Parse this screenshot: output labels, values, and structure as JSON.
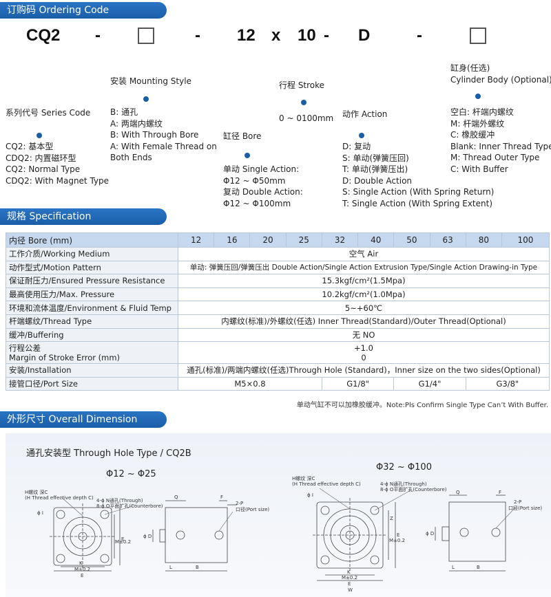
{
  "ordering": {
    "title": "订购码 Ordering Code",
    "code": {
      "series": "CQ2",
      "dash1": "-",
      "dash2": "-",
      "bore": "12",
      "x": "x",
      "stroke": "10",
      "dash3": "-",
      "action": "D",
      "dash4": "-"
    },
    "series_code": {
      "title": "系列代号 Series Code",
      "lines": [
        "CQ2: 基本型",
        "CDQ2: 内置磁环型",
        "CQ2: Normal Type",
        "CDQ2: With Magnet Type"
      ]
    },
    "mounting": {
      "title": "安装 Mounting Style",
      "lines": [
        "B: 通孔",
        "A: 两端内螺纹",
        "B: With Through Bore",
        "A: With Female Thread on",
        "Both Ends"
      ]
    },
    "bore": {
      "title": "缸径 Bore",
      "lines": [
        "单动 Single Action:",
        "Φ12 ~ Φ50mm",
        "复动 Double Action:",
        "Φ12 ~ Φ100mm"
      ]
    },
    "stroke": {
      "title": "行程 Stroke",
      "range": "0 ~ 0100mm"
    },
    "action": {
      "title": "动作 Action",
      "lines": [
        "D: 复动",
        "S: 单动(弹簧压回)",
        "T: 单动(弹簧压出)",
        "D: Double Action",
        "S: Single Action (With Spring Return)",
        "T: Single Action (With Spring Extent)"
      ]
    },
    "body": {
      "title1": "缸身(任选)",
      "title2": "Cylinder Body (Optional)",
      "lines": [
        "空白: 杆端内螺纹",
        "M: 杆端外螺纹",
        "C: 橡胶缓冲",
        "Blank: Inner Thread Type",
        "M: Thread Outer Type",
        "C: With Buffer"
      ]
    }
  },
  "spec": {
    "title": "规格 Specification",
    "header": {
      "label": "内径 Bore (mm)",
      "bores": [
        "12",
        "16",
        "20",
        "25",
        "32",
        "40",
        "50",
        "63",
        "80",
        "100"
      ]
    },
    "rows": [
      {
        "name": "工作介质/Working Medium",
        "value": "空气 Air"
      },
      {
        "name": "动作型式/Motion Pattern",
        "value": "单动: 弹簧压回/弹簧压出 Double Action/Single Action Extrusion Type/Single Action Drawing-in Type"
      },
      {
        "name": "保证耐压力/Ensured Pressure Resistance",
        "value": "15.3kgf/cm²(1.5Mpa)"
      },
      {
        "name": "最高使用压力/Max. Pressure",
        "value": "10.2kgf/cm²(1.0Mpa)"
      },
      {
        "name": "环境和流体温度/Environment & Fluid Temp",
        "value": "5~+60℃"
      },
      {
        "name": "杆端螺纹/Thread Type",
        "value": "内螺纹(标准)/外螺纹(任选) Inner Thread(Standard)/Outer Thread(Optional)"
      },
      {
        "name": "缓冲/Buffering",
        "value": "无 NO"
      }
    ],
    "stroke_error": {
      "name1": "行程公差",
      "name2": "Margin of Stroke Error (mm)",
      "v1": "+1.0",
      "v2": "0"
    },
    "installation": {
      "name": "安装/Installation",
      "value": "通孔(标准)/两端内螺纹(任选)Through Hole (Standard)，Inner size on the two sides(Optional)"
    },
    "port": {
      "name": "接管口径/Port Size",
      "values": [
        "M5×0.8",
        "G1/8\"",
        "G1/4\"",
        "G3/8\""
      ]
    },
    "note": "单动气缸不可以加橡胶缓冲。Note:Pls Confirm Single Type Can’t With Buffer."
  },
  "dimension": {
    "title": "外形尺寸 Overall Dimension",
    "subtitle": "通孔安装型 Through Hole Type   / CQ2B",
    "left_range": "Φ12 ~ Φ25",
    "right_range": "Φ32 ~ Φ100",
    "labels": {
      "h_thread": "H螺纹 深C",
      "h_thread_en": "(H Thread effective depth C)",
      "n_hole": "4-ϕ N通孔(Through)",
      "o_counter": "8-ϕ O平面扩孔(Counterbore)",
      "port": "2-P",
      "port_cn": "口径(Port size)",
      "i": "ϕ I",
      "d": "ϕ D",
      "q": "Q",
      "f": "F",
      "z": "Z",
      "m02": "M±0.2",
      "e": "E",
      "k": "K",
      "l": "L",
      "b": "B",
      "w": "W"
    }
  }
}
